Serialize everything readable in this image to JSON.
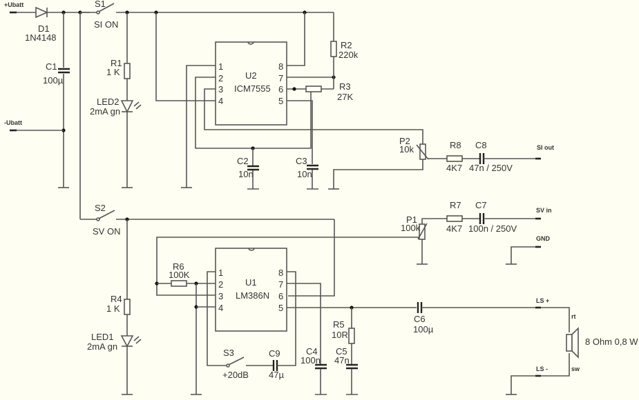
{
  "schematic": {
    "terminals": {
      "ubatt_plus": "+Ubatt",
      "ubatt_minus": "-Ubatt",
      "si_out": "SI out",
      "sv_in": "SV in",
      "gnd": "GND",
      "ls_plus": "LS +",
      "ls_minus": "LS -",
      "speaker_rt": "rt",
      "speaker_sw": "sw"
    },
    "components": {
      "D1": {
        "ref": "D1",
        "value": "1N4148"
      },
      "C1": {
        "ref": "C1",
        "value": "100µ"
      },
      "S1": {
        "ref": "S1",
        "value": "SI ON"
      },
      "R1": {
        "ref": "R1",
        "value": "1  K"
      },
      "LED2": {
        "ref": "LED2",
        "value": "2mA gn"
      },
      "U2": {
        "ref": "U2",
        "value": "ICM7555",
        "pins_left": [
          "1",
          "2",
          "3",
          "4"
        ],
        "pins_right": [
          "8",
          "7",
          "6",
          "5"
        ]
      },
      "R2": {
        "ref": "R2",
        "value": "220k"
      },
      "R3": {
        "ref": "R3",
        "value": "27K"
      },
      "C2": {
        "ref": "C2",
        "value": "10n"
      },
      "C3": {
        "ref": "C3",
        "value": "10n"
      },
      "P2": {
        "ref": "P2",
        "value": "10k"
      },
      "R8": {
        "ref": "R8",
        "value": "4K7"
      },
      "C8": {
        "ref": "C8",
        "value": "47n / 250V"
      },
      "S2": {
        "ref": "S2",
        "value": "SV ON"
      },
      "R4": {
        "ref": "R4",
        "value": "1  K"
      },
      "LED1": {
        "ref": "LED1",
        "value": "2mA gn"
      },
      "U1": {
        "ref": "U1",
        "value": "LM386N",
        "pins_left": [
          "1",
          "2",
          "3",
          "4"
        ],
        "pins_right": [
          "8",
          "7",
          "6",
          "5"
        ]
      },
      "R6": {
        "ref": "R6",
        "value": "100K"
      },
      "P1": {
        "ref": "P1",
        "value": "100k"
      },
      "R7": {
        "ref": "R7",
        "value": "4K7"
      },
      "C7": {
        "ref": "C7",
        "value": "100n / 250V"
      },
      "S3": {
        "ref": "S3",
        "value": "+20dB"
      },
      "C9": {
        "ref": "C9",
        "value": "47µ"
      },
      "C4": {
        "ref": "C4",
        "value": "100n"
      },
      "R5": {
        "ref": "R5",
        "value": "10R"
      },
      "C5": {
        "ref": "C5",
        "value": "47n"
      },
      "C6": {
        "ref": "C6",
        "value": "100µ"
      },
      "LS": {
        "value": "8 Ohm 0,8 W"
      }
    },
    "colors": {
      "background": "#fefef2",
      "wire": "#555555",
      "junction": "#111111"
    }
  }
}
